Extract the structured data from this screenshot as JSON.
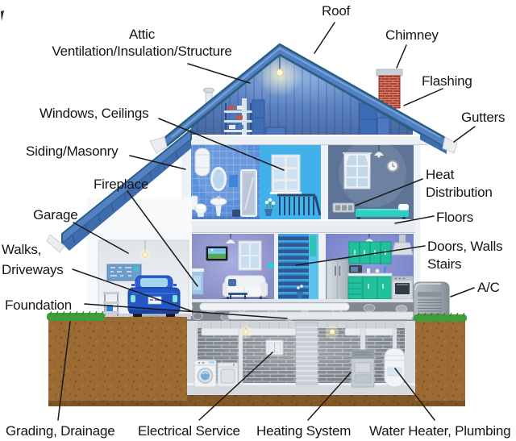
{
  "diagram": {
    "type": "home-inspection-house-cutaway",
    "labels": {
      "roof": "Roof",
      "attic_line1": "Attic",
      "attic_line2": "Ventilation/Insulation/Structure",
      "chimney": "Chimney",
      "flashing": "Flashing",
      "gutters": "Gutters",
      "windows_ceilings": "Windows, Ceilings",
      "siding_masonry": "Siding/Masonry",
      "fireplace": "Fireplace",
      "garage": "Garage",
      "walks_line1": "Walks,",
      "walks_line2": "Driveways",
      "foundation": "Foundation",
      "heat_line1": "Heat",
      "heat_line2": "Distribution",
      "floors": "Floors",
      "doors_line1": "Doors, Walls",
      "doors_line2": "Stairs",
      "ac": "A/C",
      "grading_drainage": "Grading, Drainage",
      "electrical_service": "Electrical Service",
      "heating_system": "Heating System",
      "water_heater_plumbing": "Water Heater, Plumbing"
    },
    "palette": {
      "roof_blue": "#5380c5",
      "roof_outline": "#27617f",
      "attic_interior": "#46699f",
      "bathroom_tile": "#5b8fd9",
      "hallway_blue": "#41b2e9",
      "bedroom_slate": "#5d7497",
      "living_lavender": "#8b90c9",
      "kitchen_purple": "#7b86cd",
      "cabinet_teal": "#22c19e",
      "chimney_brick": "#b2402e",
      "soil_brown": "#9c6a33",
      "grass_green": "#3f9e3a",
      "basement_gray": "#767d85",
      "label_text": "#151515"
    }
  }
}
